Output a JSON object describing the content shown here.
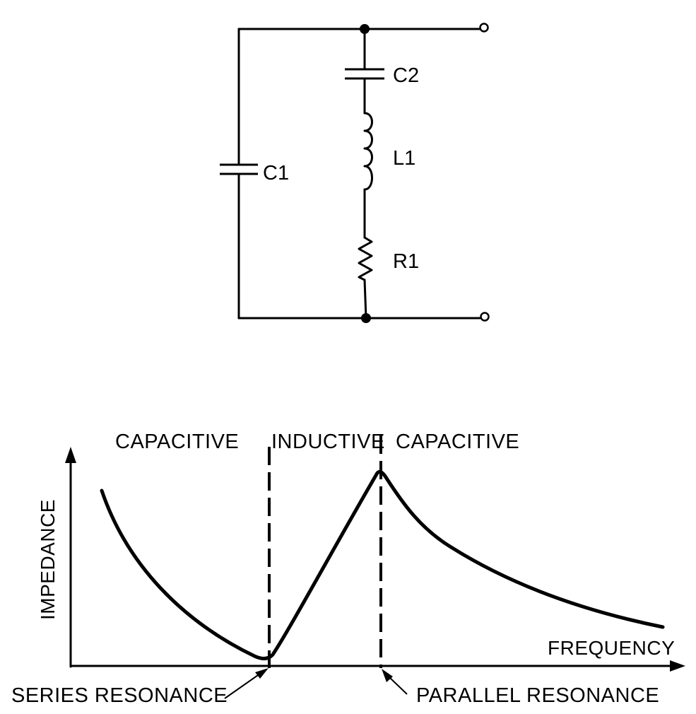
{
  "circuit": {
    "components": {
      "c1": "C1",
      "c2": "C2",
      "l1": "L1",
      "r1": "R1"
    }
  },
  "graph": {
    "region_labels": {
      "left": "CAPACITIVE",
      "middle": "INDUCTIVE",
      "right": "CAPACITIVE"
    },
    "y_axis_label": "IMPEDANCE",
    "x_axis_label": "FREQUENCY",
    "callouts": {
      "series": "SERIES RESONANCE",
      "parallel": "PARALLEL RESONANCE"
    }
  },
  "colors": {
    "ink": "#000000",
    "background": "#ffffff"
  }
}
